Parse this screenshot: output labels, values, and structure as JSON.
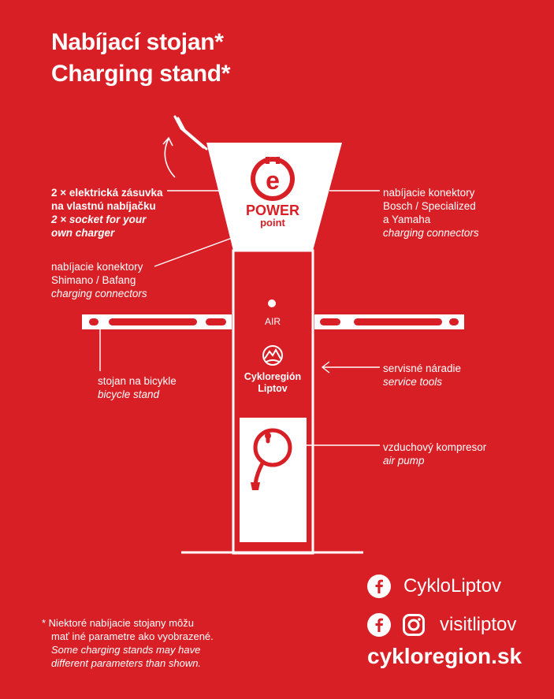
{
  "title": {
    "line1": "Nabíjací stojan*",
    "line2": "Charging stand*"
  },
  "brand": {
    "power": "POWER",
    "point": "point",
    "logo_letter": "e",
    "air": "AIR",
    "region_line1": "Cykloregión",
    "region_line2": "Liptov"
  },
  "labels": {
    "socket": {
      "line1": "2 × elektrická zásuvka",
      "line2": "na vlastnú nabíjačku",
      "line3": "2 × socket for your",
      "line4": "own charger"
    },
    "bosch": {
      "line1": "nabíjacie konektory",
      "line2": "Bosch / Specialized",
      "line3": "a Yamaha",
      "line4": "charging connectors"
    },
    "shimano": {
      "line1": "nabíjacie konektory",
      "line2": "Shimano / Bafang",
      "line3": "charging connectors"
    },
    "stand": {
      "line1": "stojan na bicykle",
      "line2": "bicycle stand"
    },
    "tools": {
      "line1": "servisné náradie",
      "line2": "service tools"
    },
    "pump": {
      "line1": "vzduchový kompresor",
      "line2": "air pump"
    }
  },
  "social": {
    "facebook_handle": "CykloLiptov",
    "instagram_handle": "visitliptov",
    "website": "cykloregion.sk"
  },
  "footnote": {
    "line1": "* Niektoré nabíjacie stojany môžu",
    "line2": "mať iné parametre ako vyobrazené.",
    "line3": "Some charging stands may have",
    "line4": "different parameters than shown."
  },
  "colors": {
    "background": "#d91f26",
    "foreground": "#ffffff"
  }
}
